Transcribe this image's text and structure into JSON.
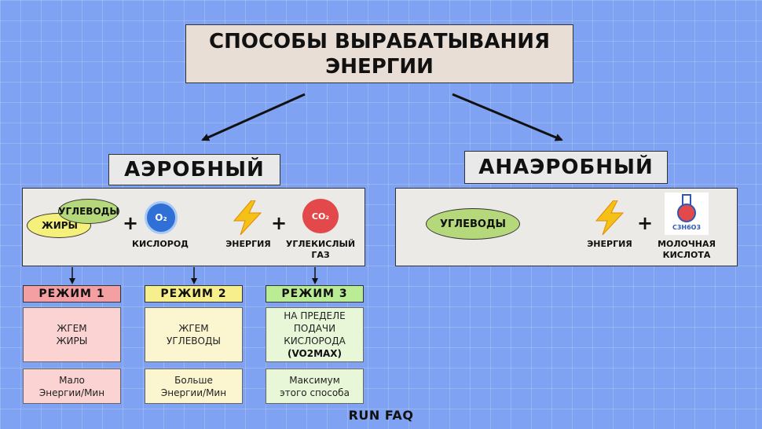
{
  "title": {
    "line1": "СПОСОБЫ ВЫРАБАТЫВАНИЯ",
    "line2": "ЭНЕРГИИ"
  },
  "aerobic": {
    "label": "АЭРОБНЫЙ",
    "carbs": "УГЛЕВОДЫ",
    "fats": "ЖИРЫ",
    "plus": "+",
    "oxygen_symbol": "O₂",
    "oxygen_label": "КИСЛОРОД",
    "energy_label": "ЭНЕРГИЯ",
    "co2_symbol": "CO₂",
    "co2_label_line1": "УГЛЕКИСЛЫЙ",
    "co2_label_line2": "ГАЗ"
  },
  "anaerobic": {
    "label": "АНАЭРОБНЫЙ",
    "carbs": "УГЛЕВОДЫ",
    "plus": "+",
    "energy_label": "ЭНЕРГИЯ",
    "lactic_symbol": "C3H6O3",
    "lactic_label_line1": "МОЛОЧНАЯ",
    "lactic_label_line2": "КИСЛОТА"
  },
  "modes": [
    {
      "label": "РЕЖИМ 1",
      "color": "#f4a0a3",
      "cell_color": "#fad3d2",
      "desc_lines": [
        "ЖГЕМ",
        "ЖИРЫ",
        "",
        ""
      ],
      "result_lines": [
        "Мало",
        "Энергии/Мин"
      ]
    },
    {
      "label": "РЕЖИМ 2",
      "color": "#f7ef8c",
      "cell_color": "#fbf6cf",
      "desc_lines": [
        "ЖГЕМ",
        "УГЛЕВОДЫ",
        "",
        ""
      ],
      "result_lines": [
        "Больше",
        "Энергии/Мин"
      ]
    },
    {
      "label": "РЕЖИМ 3",
      "color": "#b9ec94",
      "cell_color": "#e7f7d8",
      "desc_lines": [
        "НА ПРЕДЕЛЕ",
        "ПОДАЧИ",
        "КИСЛОРОДА",
        "(VO2MAX)"
      ],
      "result_lines": [
        "Максимум",
        "этого способа"
      ]
    }
  ],
  "footer": "RUN FAQ",
  "colors": {
    "background": "#7fa3f2",
    "carbs_green": "#b5d97a",
    "fats_yellow": "#f4f07a",
    "oxygen_blue": "#2f6fd6",
    "co2_red": "#e3494a",
    "bolt_yellow": "#f5c116"
  }
}
